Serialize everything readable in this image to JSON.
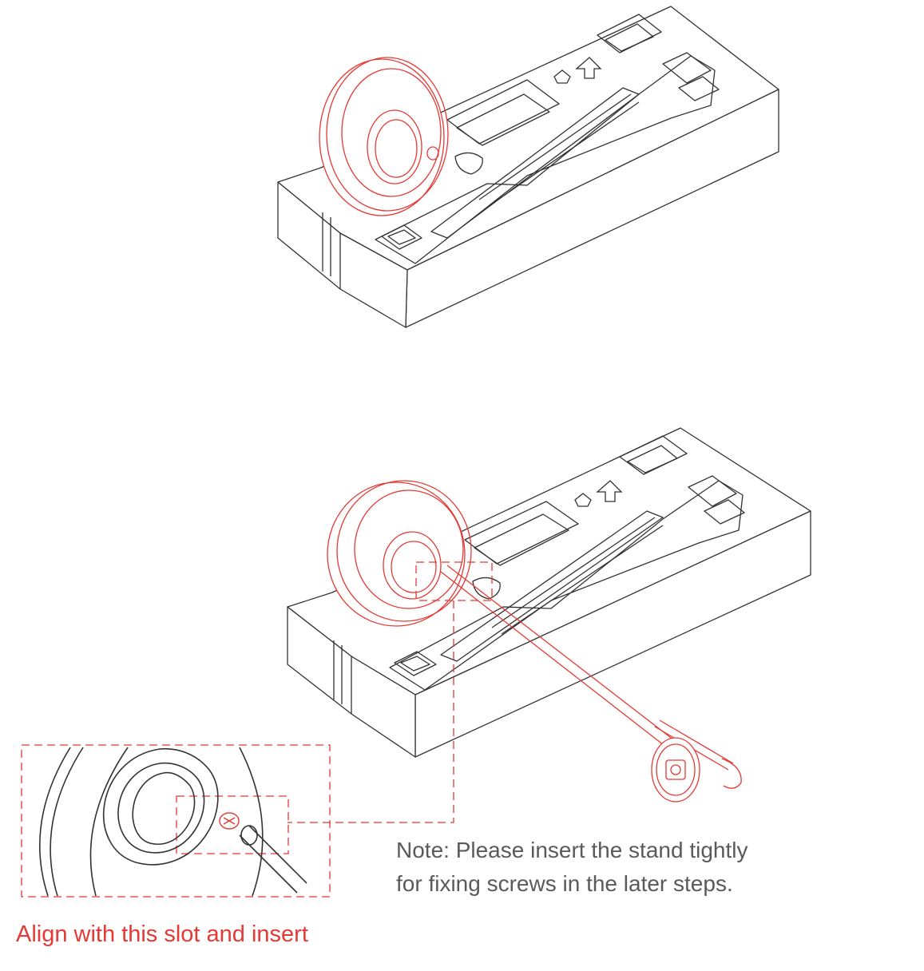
{
  "note": {
    "line1": "Note: Please insert the stand tightly",
    "line2": "for fixing screws in the later steps."
  },
  "caption": "Align with this slot and insert",
  "colors": {
    "accent": "#e53935",
    "line": "#333333",
    "note_text": "#5a5a5a"
  },
  "icons": [
    "recycle-icon",
    "arrow-up-icon"
  ]
}
